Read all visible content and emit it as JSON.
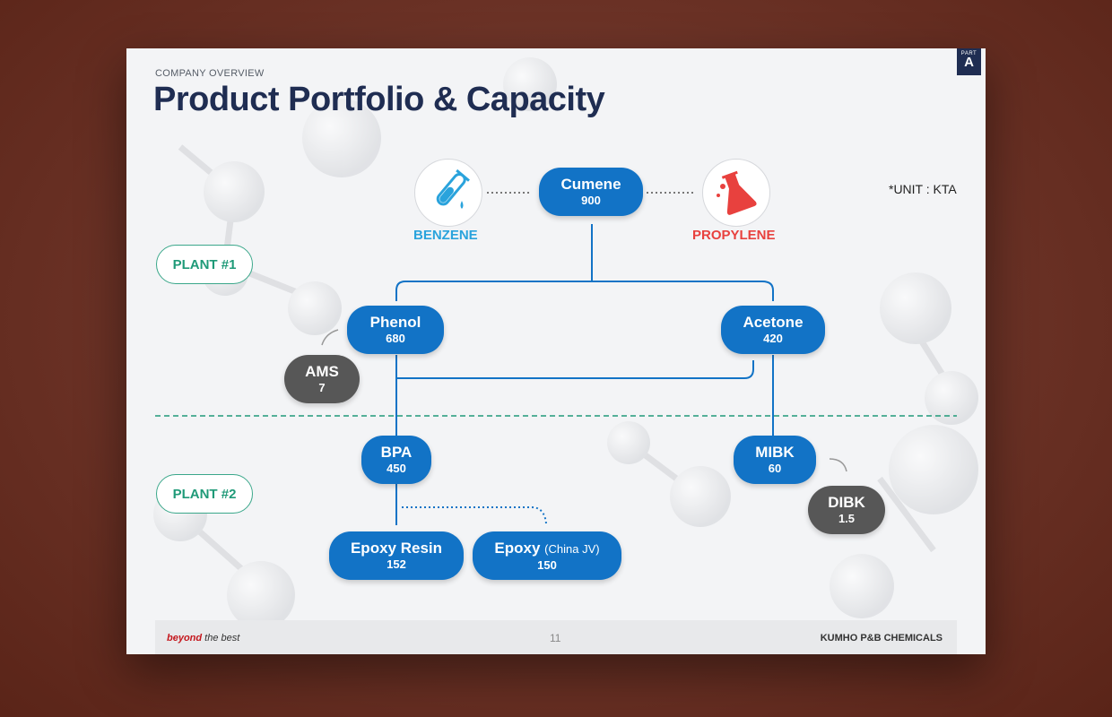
{
  "header": {
    "section": "COMPANY OVERVIEW",
    "title": "Product Portfolio & Capacity",
    "part_top": "PART",
    "part_letter": "A",
    "unit": "*UNIT : KTA"
  },
  "raw_materials": {
    "benzene": "BENZENE",
    "propylene": "PROPYLENE"
  },
  "plants": {
    "plant1": "PLANT #1",
    "plant2": "PLANT #2"
  },
  "products": {
    "cumene": {
      "name": "Cumene",
      "value": "900"
    },
    "phenol": {
      "name": "Phenol",
      "value": "680"
    },
    "acetone": {
      "name": "Acetone",
      "value": "420"
    },
    "ams": {
      "name": "AMS",
      "value": "7"
    },
    "bpa": {
      "name": "BPA",
      "value": "450"
    },
    "mibk": {
      "name": "MIBK",
      "value": "60"
    },
    "dibk": {
      "name": "DIBK",
      "value": "1.5"
    },
    "epoxy_resin": {
      "name": "Epoxy Resin",
      "value": "152"
    },
    "epoxy_jv": {
      "name": "Epoxy",
      "note": "(China JV)",
      "value": "150"
    }
  },
  "colors": {
    "product_blue": "#1273c6",
    "byproduct_grey": "#575757",
    "benzene_blue": "#2aa3dc",
    "propylene_red": "#e8413e",
    "plant_green": "#1f9a78",
    "title_navy": "#1f2d52"
  },
  "icons": {
    "benzene": "test-tube-icon",
    "propylene": "flask-icon"
  },
  "footer": {
    "tagline_bold": "beyond",
    "tagline_rest": " the best",
    "page": "11",
    "company": "KUMHO P&B CHEMICALS"
  }
}
